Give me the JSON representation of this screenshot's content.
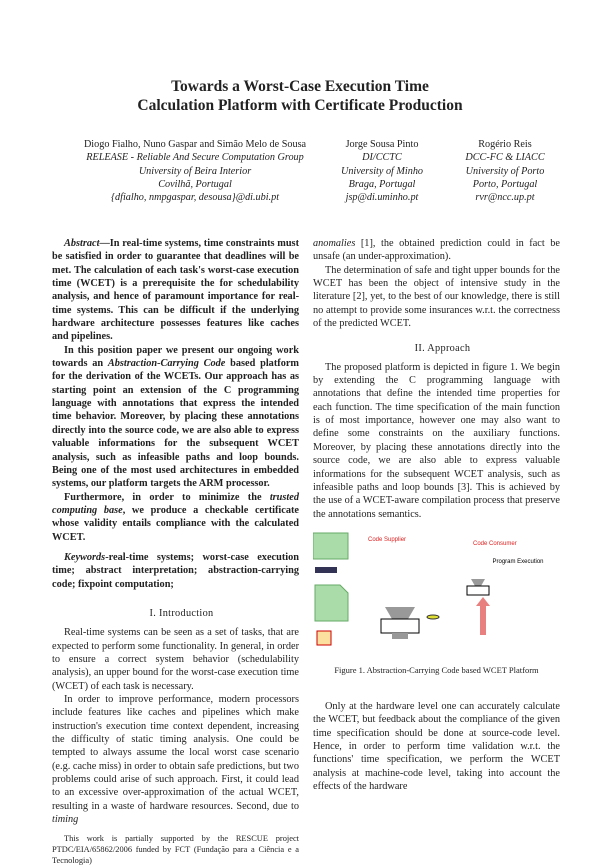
{
  "title_line1": "Towards a Worst-Case Execution Time",
  "title_line2": "Calculation Platform with Certificate Production",
  "authors": [
    {
      "names": "Diogo Fialho, Nuno Gaspar and Simão Melo de Sousa",
      "group": "RELEASE - Reliable And Secure Computation Group",
      "univ": "University of Beira Interior",
      "place": "Covilhã, Portugal",
      "email": "{dfialho, nmpgaspar, desousa}@di.ubi.pt"
    },
    {
      "names": "Jorge Sousa Pinto",
      "group": "DI/CCTC",
      "univ": "University of Minho",
      "place": "Braga, Portugal",
      "email": "jsp@di.uminho.pt"
    },
    {
      "names": "Rogério Reis",
      "group": "DCC-FC & LIACC",
      "univ": "University of Porto",
      "place": "Porto, Portugal",
      "email": "rvr@ncc.up.pt"
    }
  ],
  "abstract": {
    "label": "Abstract",
    "p1": "—In real-time systems, time constraints must be satisfied in order to guarantee that deadlines will be met. The calculation of each task's worst-case execution time (WCET) is a prerequisite the for schedulability analysis, and hence of paramount importance for real-time systems. This can be difficult if the underlying hardware architecture possesses features like caches and pipelines.",
    "p2a": "In this position paper we present our ongoing work towards an ",
    "p2b": "Abstraction-Carrying Code",
    "p2c": " based platform for the derivation of the WCETs. Our approach has as starting point an extension of the C programming language with annotations that express the intended time behavior. Moreover, by placing these annotations directly into the source code, we are also able to express valuable informations for the subsequent WCET analysis, such as infeasible paths and loop bounds. Being one of the most used architectures in embedded systems, our platform targets the ARM processor.",
    "p3a": "Furthermore, in order to minimize the ",
    "p3b": "trusted computing base",
    "p3c": ", we produce a checkable certificate whose validity entails compliance with the calculated WCET."
  },
  "keywords": {
    "label": "Keywords",
    "text": "-real-time systems; worst-case execution time; abstract interpretation; abstraction-carrying code; fixpoint computation;"
  },
  "intro": {
    "heading": "I. Introduction",
    "p1": "Real-time systems can be seen as a set of tasks, that are expected to perform some functionality. In general, in order to ensure a correct system behavior (schedulability analysis), an upper bound for the worst-case execution time (WCET) of each task is necessary.",
    "p2a": "In order to improve performance, modern processors include features like caches and pipelines which make instruction's execution time context dependent, increasing the difficulty of static timing analysis. One could be tempted to always assume the local worst case scenario (e.g. cache miss) in order to obtain safe predictions, but two problems could arise of such approach. First, it could lead to an excessive over-approximation of the actual WCET, resulting in a waste of hardware resources. Second, due to ",
    "p2b": "timing"
  },
  "footnote": "This work is partially supported by the RESCUE project PTDC/EIA/65862/2006 funded by FCT (Fundação para a Ciência e a Tecnologia)",
  "right": {
    "p0a": "anomalies",
    "p0b": " [1], the obtained prediction could in fact be unsafe (an under-approximation).",
    "p1": "The determination of safe and tight upper bounds for the WCET has been the object of intensive study in the literature [2], yet, to the best of our knowledge, there is still no attempt to provide some insurances w.r.t. the correctness of the predicted WCET.",
    "heading": "II. Approach",
    "p2": "The proposed platform is depicted in figure 1. We begin by extending the C programming language with annotations that define the intended time properties for each function. The time specification of the main function is of most importance, however one may also want to define some constraints on the auxiliary functions. Moreover, by placing these annotations directly into the source code, we are also able to express valuable informations for the subsequent WCET analysis, such as infeasible paths and loop bounds [3]. This is achieved by the use of a WCET-aware compilation process that preserve the annotations semantics.",
    "p3": "Only at the hardware level one can accurately calculate the WCET, but feedback about the compliance of the given time specification should be done at source-code level. Hence, in order to perform time validation w.r.t. the functions' time specification, we perform the WCET analysis at machine-code level, taking into account the effects of the hardware"
  },
  "figure": {
    "caption": "Figure 1.   Abstraction-Carrying Code based WCET Platform",
    "code_supplier": "Code Supplier",
    "code_consumer": "Code Consumer",
    "program_execution": "Program Execution",
    "colors": {
      "label_red": "#e02020",
      "green": "#8fd08f",
      "arrow": "#e88080"
    }
  }
}
